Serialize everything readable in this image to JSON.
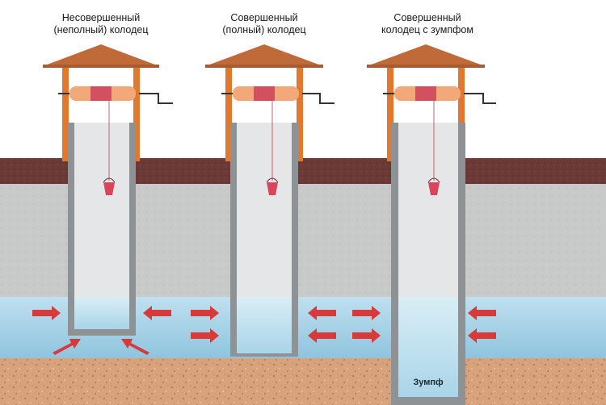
{
  "wells": [
    {
      "id": "incomplete",
      "title_line1": "Несовершенный",
      "title_line2": "(неполный) колодец"
    },
    {
      "id": "complete",
      "title_line1": "Совершенный",
      "title_line2": "(полный) колодец"
    },
    {
      "id": "sump",
      "title_line1": "Совершенный",
      "title_line2": "колодец с зумпфом"
    }
  ],
  "sump_label": "Зумпф",
  "colors": {
    "roof": "#c06a3a",
    "post": "#e0782e",
    "drum": "#f2a878",
    "drum_center": "#d45060",
    "topsoil": "#6b3a36",
    "clay": "#c8c9c9",
    "aquifer": "#a9d4e8",
    "sand": "#d8a27c",
    "casing": "#8f9294",
    "well_water": "#cfe8f2",
    "arrow": "#d63a3a",
    "bucket": "#d9455a"
  }
}
